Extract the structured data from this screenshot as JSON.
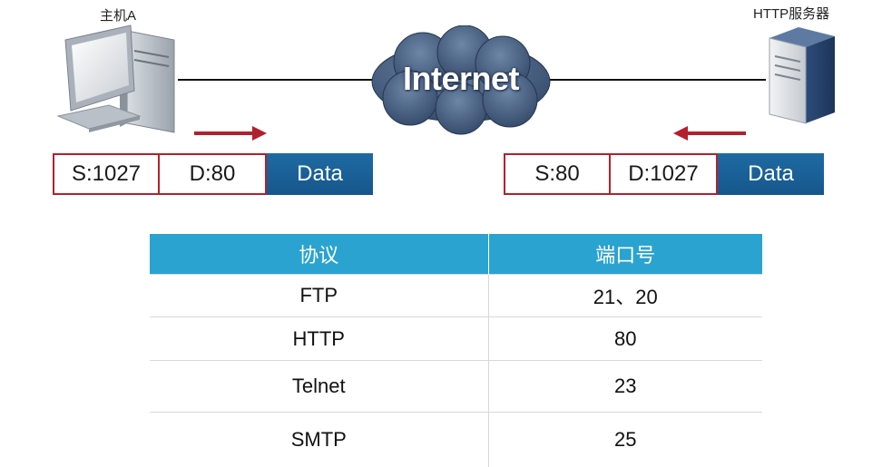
{
  "nodes": {
    "host_label": "主机A",
    "server_label": "HTTP服务器"
  },
  "cloud": {
    "label": "Internet"
  },
  "packets": {
    "client_to_server": {
      "source": "S:1027",
      "dest": "D:80",
      "data": "Data"
    },
    "server_to_client": {
      "source": "S:80",
      "dest": "D:1027",
      "data": "Data"
    }
  },
  "colors": {
    "arrow": "#b3202d",
    "data_cell": "#1a639b",
    "table_header": "#2aa3d0",
    "cloud": "#3d5778"
  },
  "table": {
    "headers": [
      "协议",
      "端口号"
    ],
    "rows": [
      [
        "FTP",
        "21、20"
      ],
      [
        "HTTP",
        "80"
      ],
      [
        "Telnet",
        "23"
      ],
      [
        "SMTP",
        "25"
      ]
    ]
  }
}
